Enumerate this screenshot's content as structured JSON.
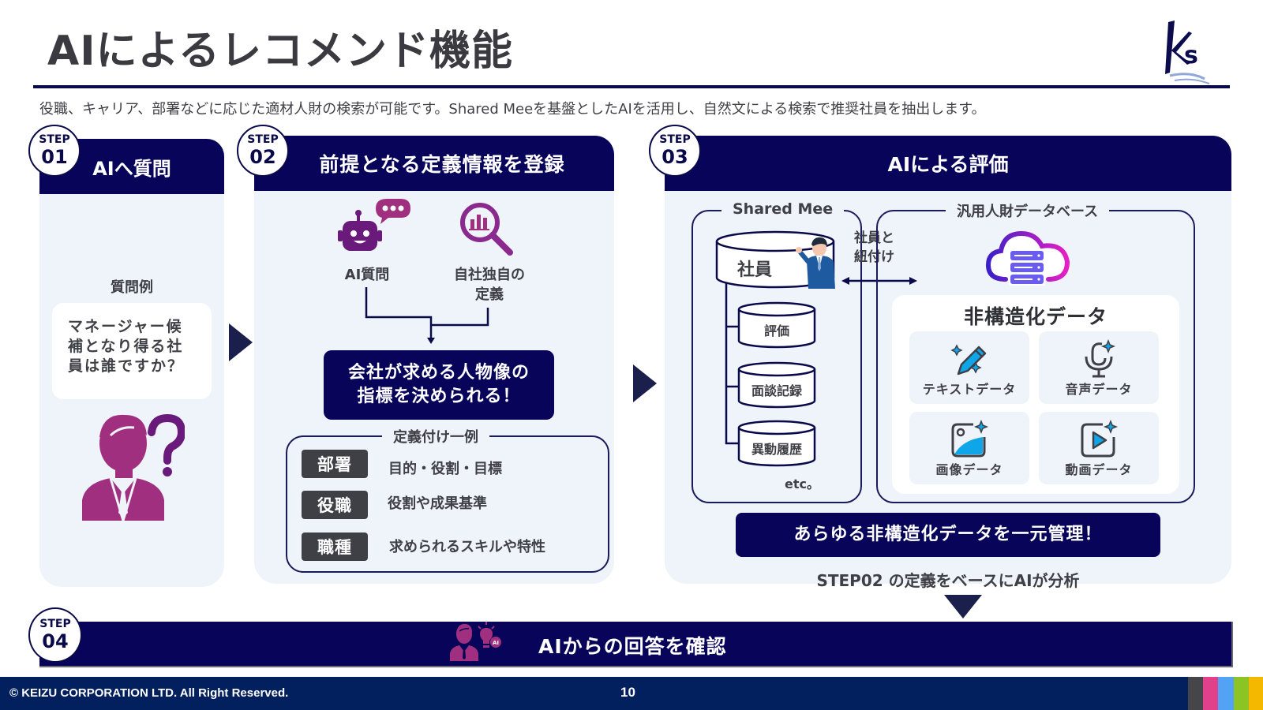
{
  "header": {
    "title": "AIによるレコメンド機能",
    "subtitle": "役職、キャリア、部署などに応じた適材人財の検索が可能です。Shared Meeを基盤としたAIを活用し、自然文による検索で推奨社員を抽出します。",
    "logo_text": "Ks"
  },
  "step1": {
    "badge_step": "STEP",
    "badge_num": "01",
    "title": "AIへ質問",
    "example_label": "質問例",
    "example_text": "マネージャー候補となり得る社員は誰ですか？"
  },
  "step2": {
    "badge_step": "STEP",
    "badge_num": "02",
    "title": "前提となる定義情報を登録",
    "icon1_label": "AI質問",
    "icon2_label_line1": "自社独自の",
    "icon2_label_line2": "定義",
    "result_line1": "会社が求める人物像の",
    "result_line2": "指標を決められる！",
    "examples_legend": "定義付け一例",
    "examples": [
      {
        "tag": "部署",
        "desc": "目的・役割・目標"
      },
      {
        "tag": "役職",
        "desc": "役割や成果基準"
      },
      {
        "tag": "職種",
        "desc": "求められるスキルや特性"
      }
    ]
  },
  "step3": {
    "badge_step": "STEP",
    "badge_num": "03",
    "title": "AIによる評価",
    "shared_mee_legend": "Shared Mee",
    "employee_db": "社員",
    "sub_dbs": [
      "評価",
      "面談記録",
      "異動履歴"
    ],
    "etc": "etc。",
    "link_label_line1": "社員と",
    "link_label_line2": "紐付け",
    "general_db_legend": "汎用人財データベース",
    "unstructured_title": "非構造化データ",
    "data_types": [
      "テキストデータ",
      "音声データ",
      "画像データ",
      "動画データ"
    ],
    "banner": "あらゆる非構造化データを一元管理！",
    "caption": "STEP02 の定義をベースにAIが分析"
  },
  "step4": {
    "badge_step": "STEP",
    "badge_num": "04",
    "title": "AIからの回答を確認"
  },
  "footer": {
    "copyright": "© KEIZU CORPORATION LTD. All Right Reserved.",
    "page_number": "10",
    "swatches": [
      "#46454a",
      "#e0418a",
      "#52a3f5",
      "#8cc425",
      "#f5b800"
    ]
  },
  "colors": {
    "navy": "#07045a",
    "panel_bg": "#eff4fa",
    "accent_purple": "#a0307f",
    "accent_cyan": "#0ea5e9"
  }
}
